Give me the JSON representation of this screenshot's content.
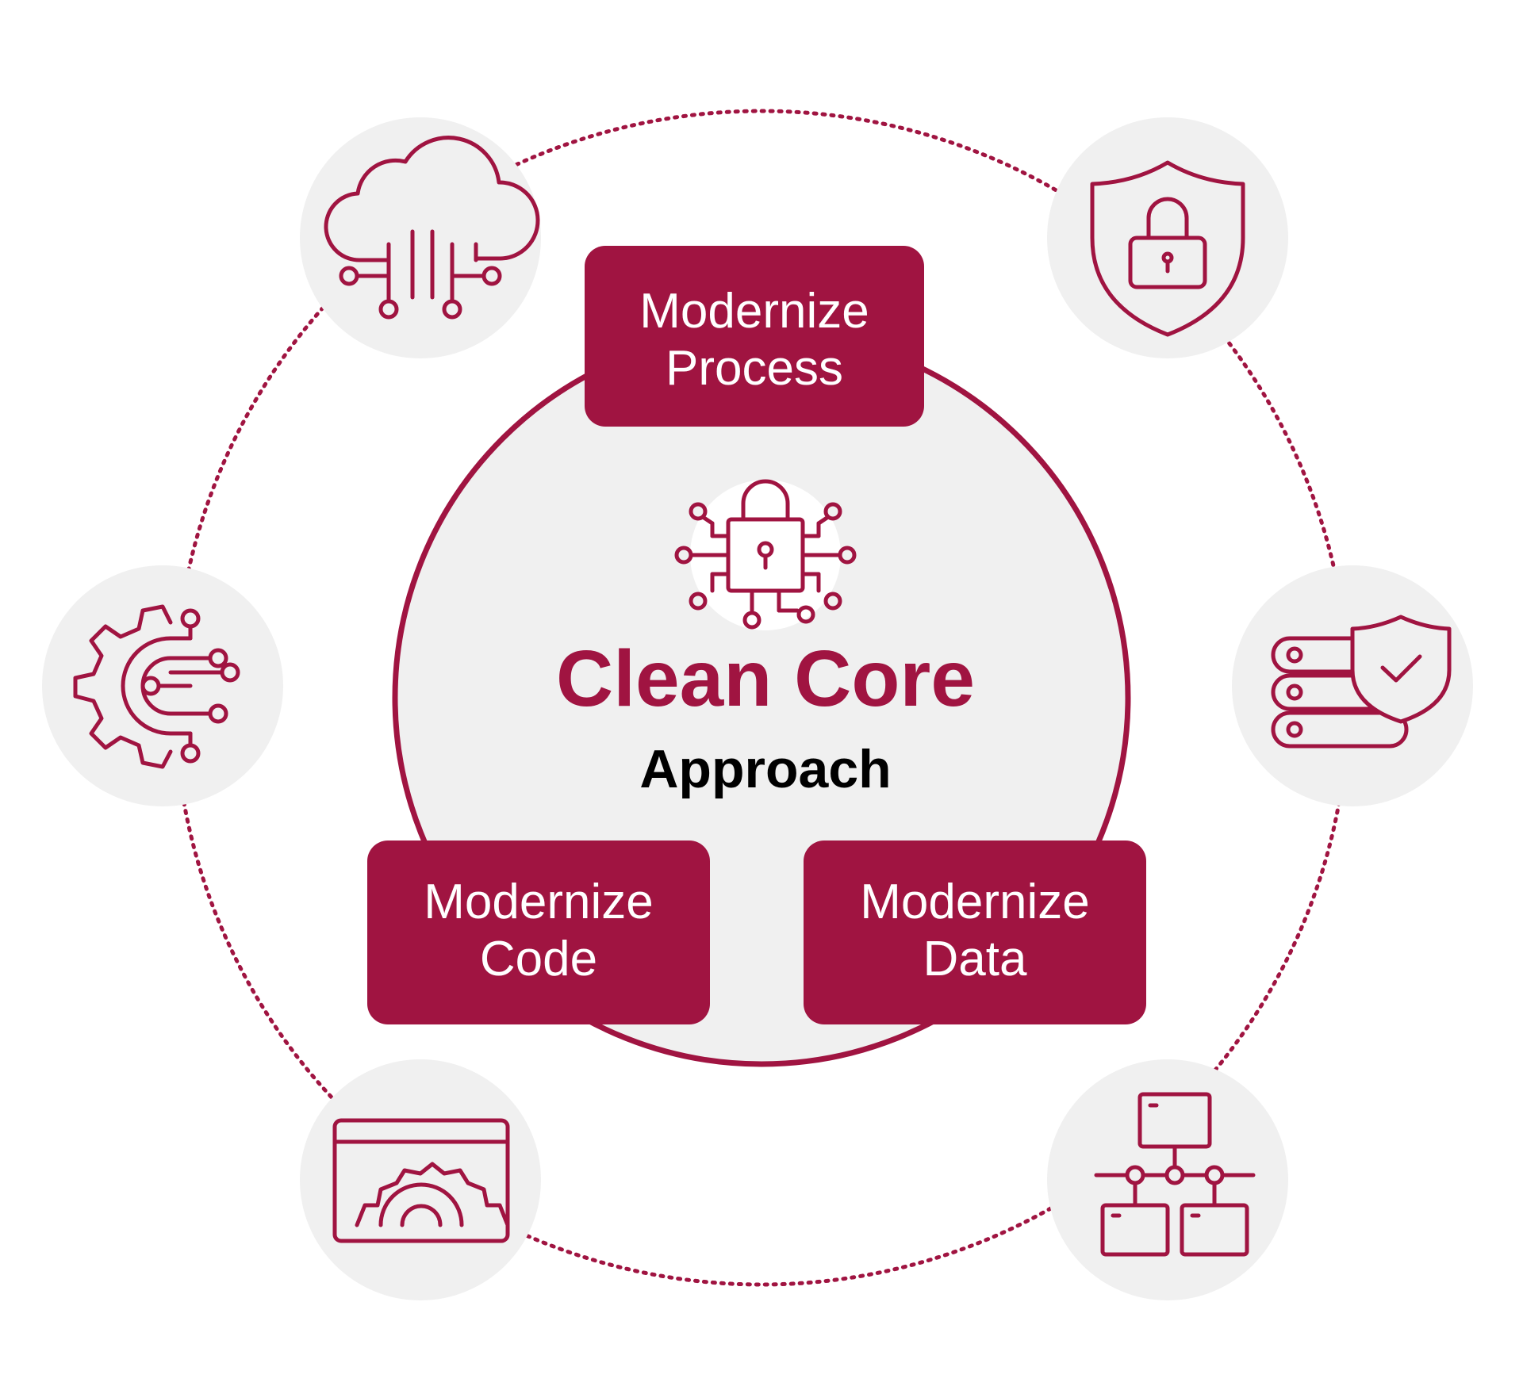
{
  "diagram": {
    "title": "Clean Core",
    "subtitle": "Approach",
    "pillars": [
      {
        "id": "process",
        "line1": "Modernize",
        "line2": "Process"
      },
      {
        "id": "code",
        "line1": "Modernize",
        "line2": "Code"
      },
      {
        "id": "data",
        "line1": "Modernize",
        "line2": "Data"
      }
    ],
    "icons": [
      "cloud-circuit-icon",
      "shield-lock-icon",
      "gear-circuit-icon",
      "server-shield-check-icon",
      "browser-gear-icon",
      "hierarchy-network-icon",
      "circuit-lock-icon"
    ]
  },
  "colors": {
    "accent": "#A01441",
    "circle_fill": "#F0F0F0",
    "icon_bg": "#F0F0F0",
    "title": "#A01441",
    "subtitle": "#000000",
    "box_text": "#FFFFFF",
    "background": "#FFFFFF"
  }
}
